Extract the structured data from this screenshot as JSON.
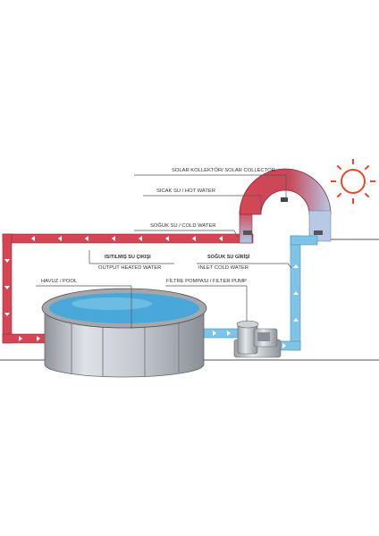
{
  "labels": {
    "solar_collector": "SOLAR KOLLEKTÖR/ SOLAR COLLECTOR",
    "hot_water": "SICAK SU  /  HOT WATER",
    "cold_water": "SOĞUK SU  /  COLD WATER",
    "heated_tr": "ISITILMIŞ SU ÇIKIŞI",
    "heated_en": "OUTPUT HEATED WATER",
    "inlet_tr": "SOĞUK SU GİRİŞİ",
    "inlet_en": "INLET COLD WATER",
    "pool": "HAVUZ  /  POOL",
    "pump": "FİLTRE POMPASI  /  FILTER PUMP"
  },
  "colors": {
    "hot_pipe": "#d64553",
    "cold_pipe": "#7fc4e6",
    "sun": "#e8472a",
    "pool_water": "#4aa8d8",
    "pool_wall": "#b8bcc2"
  }
}
